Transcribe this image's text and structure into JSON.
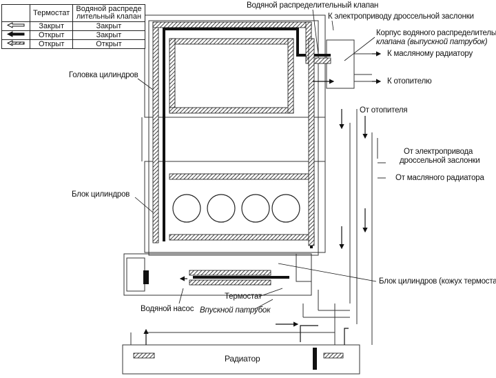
{
  "legend": {
    "col_thermostat": "Термостат",
    "col_valve_1": "Водяной распреде",
    "col_valve_2": "лительный клапан",
    "rows": [
      {
        "pattern": "open-arrow",
        "thermostat": "Закрыт",
        "valve": "Закрыт"
      },
      {
        "pattern": "solid-arrow",
        "thermostat": "Открыт",
        "valve": "Закрыт"
      },
      {
        "pattern": "hatched-arrow",
        "thermostat": "Открыт",
        "valve": "Открыт"
      }
    ]
  },
  "labels": {
    "valve_top": "Водяной распределительный клапан",
    "to_throttle": "К электроприводу дроссельной заслонки",
    "valve_body_1": "Корпус водяного распределительного",
    "valve_body_2": "клапана (выпускной патрубок)",
    "to_oil_radiator": "К масляному радиатору",
    "to_heater": "К отопителю",
    "cylinder_head": "Головка цилиндров",
    "from_heater": "От отопителя",
    "from_throttle_1": "От электропривода",
    "from_throttle_2": "дроссельной заслонки",
    "from_oil_radiator": "От масляного радиатора",
    "cylinder_block": "Блок цилиндров",
    "block_thermo_housing": "Блок цилиндров (кожух термостата)",
    "thermostat": "Термостат",
    "inlet_pipe": "Впускной патрубок",
    "water_pump": "Водяной насос",
    "radiator": "Радиатор"
  }
}
